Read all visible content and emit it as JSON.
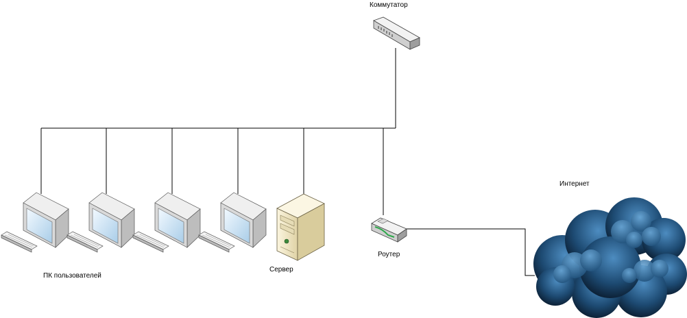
{
  "labels": {
    "switch": "Коммутатор",
    "users_pc": "ПК пользователей",
    "server": "Сервер",
    "router": "Роутер",
    "internet": "Интернет"
  },
  "colors": {
    "line": "#000000",
    "cloud_dark": "#0a1a2e",
    "cloud_light": "#3a79ad",
    "monitor_body": "#dcdcdc",
    "screen": "#cfe6f7",
    "server_body": "#efe6c9"
  }
}
